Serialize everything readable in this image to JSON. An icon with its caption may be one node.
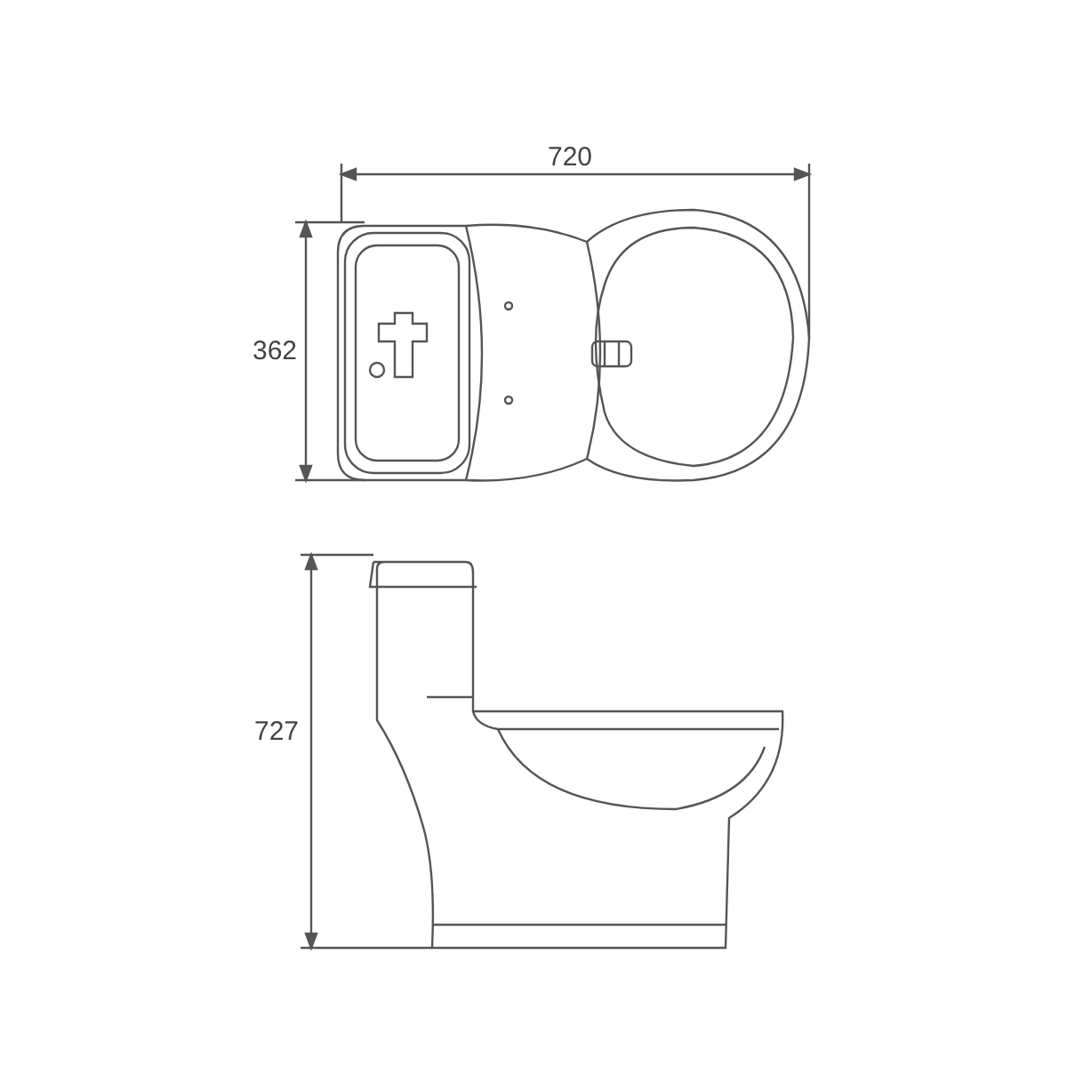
{
  "diagram": {
    "labels": [
      "720",
      "362",
      "727"
    ]
  }
}
